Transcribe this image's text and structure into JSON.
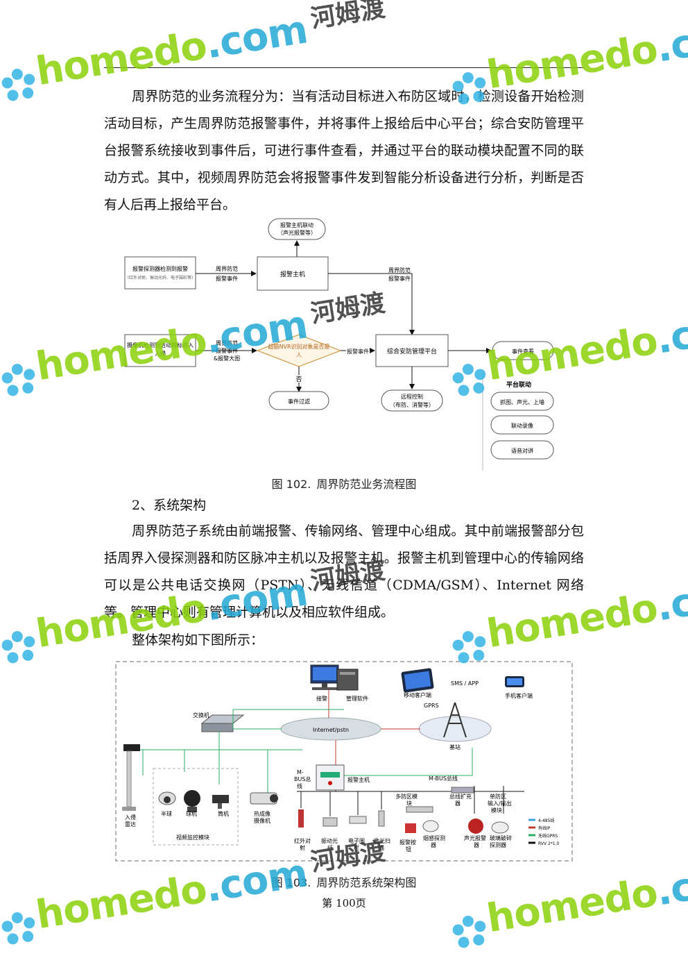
{
  "watermark": {
    "brand": "homedo",
    "domain": ".com",
    "cn": "河姆渡"
  },
  "paragraph1": "周界防范的业务流程分为：当有活动目标进入布防区域时，检测设备开始检测活动目标，产生周界防范报警事件，并将事件上报给后中心平台；综合安防管理平台报警系统接收到事件后，可进行事件查看，并通过平台的联动模块配置不同的联动方式。其中，视频周界防范会将报警事件发到智能分析设备进行分析，判断是否有人后再上报给平台。",
  "flowchart": {
    "top_node": [
      "报警主机联动",
      "（声光报警等）"
    ],
    "detector_node": [
      "报警探测器检测到报警",
      "（红外对射、振动光纤、电子围栏等）"
    ],
    "edge1": [
      "周界防范",
      "报警事件"
    ],
    "alarm_host": "报警主机",
    "edge2": [
      "周界防范",
      "报警事件"
    ],
    "camera_node": [
      "摄像机检测到活动目标进入",
      "入侵"
    ],
    "edge3": [
      "周界防范",
      "报警事件",
      "&报警大图"
    ],
    "decision": [
      "超脑NVR识别对象是否是",
      "人"
    ],
    "edge_yes": "报警事件",
    "platform": "综合安防管理平台",
    "no_label": "否",
    "filter_node": "事件过滤",
    "remote_node": [
      "远程控制",
      "（布防、消警等）"
    ],
    "view_node": "事件查看",
    "linkage_title": "平台联动",
    "linkage_items": [
      "抓图、声光、上墙",
      "联动录像",
      "语音对讲"
    ]
  },
  "caption102": {
    "label": "图 102.",
    "title": "周界防范业务流程图"
  },
  "heading2": "2、系统架构",
  "paragraph2": "周界防范子系统由前端报警、传输网络、管理中心组成。其中前端报警部分包括周界入侵探测器和防区脉冲主机以及报警主机。报警主机到管理中心的传输网络可以是公共电话交换网（PSTN）、无线信道（CDMA/GSM）、Internet 网络等。管理中心则有管理计算机以及相应软件组成。",
  "paragraph3": "整体架构如下图所示：",
  "architecture": {
    "alarm_pc": "接警",
    "mgmt_software": "管理软件",
    "mobile_client": "移动客户端",
    "sms_app": "SMS / APP",
    "phone_client": "手机客户端",
    "gprs": "GPRS",
    "switch": "交换机",
    "internet": "Internet/pstn",
    "base_station": "基站",
    "mbus_left": [
      "M-",
      "BUS总",
      "线"
    ],
    "alarm_host": "报警主机",
    "mbus_right": "M-BUS总线",
    "multi_zone": [
      "多防区模",
      "块"
    ],
    "bus_ext": [
      "总线扩充",
      "器"
    ],
    "single_zone": [
      "单防区",
      "输入/输出",
      "模块"
    ],
    "radar": [
      "入侵",
      "雷达"
    ],
    "cameras": [
      "半球",
      "球机",
      "筒机"
    ],
    "thermal": [
      "热成像",
      "摄像机"
    ],
    "video_module": "视频监控模块",
    "detectors": [
      [
        "红外对",
        "射"
      ],
      [
        "振动光",
        "纤"
      ],
      [
        "电子围",
        "栏"
      ],
      [
        "激光扫",
        "描"
      ],
      [
        "报警按",
        "钮"
      ],
      [
        "烟感探测",
        "器"
      ],
      [
        "声光报警",
        "器"
      ],
      [
        "玻璃破碎",
        "探测器"
      ]
    ],
    "legend": [
      {
        "label": "4-485线",
        "color": "#3aa0d8"
      },
      {
        "label": "有线IP",
        "color": "#c0392b"
      },
      {
        "label": "无线GPRS",
        "color": "#27ae60"
      },
      {
        "label": "RVV 2*1.0",
        "color": "#111111"
      }
    ]
  },
  "caption103": {
    "label": "图 103.",
    "title": "周界防范系统架构图"
  },
  "footer": "第 100页"
}
